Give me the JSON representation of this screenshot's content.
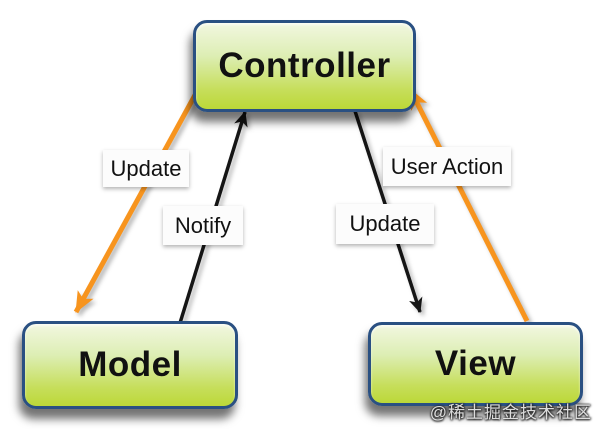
{
  "nodes": {
    "controller": {
      "label": "Controller"
    },
    "model": {
      "label": "Model"
    },
    "view": {
      "label": "View"
    }
  },
  "edges": {
    "update_model": {
      "label": "Update",
      "from": "Controller",
      "to": "Model",
      "color": "#F7941E"
    },
    "notify": {
      "label": "Notify",
      "from": "Model",
      "to": "Controller",
      "color": "#151515"
    },
    "update_view": {
      "label": "Update",
      "from": "Controller",
      "to": "View",
      "color": "#151515"
    },
    "user_action": {
      "label": "User Action",
      "from": "View",
      "to": "Controller",
      "color": "#F7941E"
    }
  },
  "watermark": {
    "text": "@稀土掘金技术社区"
  },
  "colors": {
    "arrow_orange": "#F7941E",
    "arrow_black": "#151515",
    "node_border": "#2a5082",
    "node_fill_top": "#f2f7e0",
    "node_fill_bottom": "#bcd838",
    "label_bg": "#fcfcfc",
    "background": "#ffffff"
  }
}
